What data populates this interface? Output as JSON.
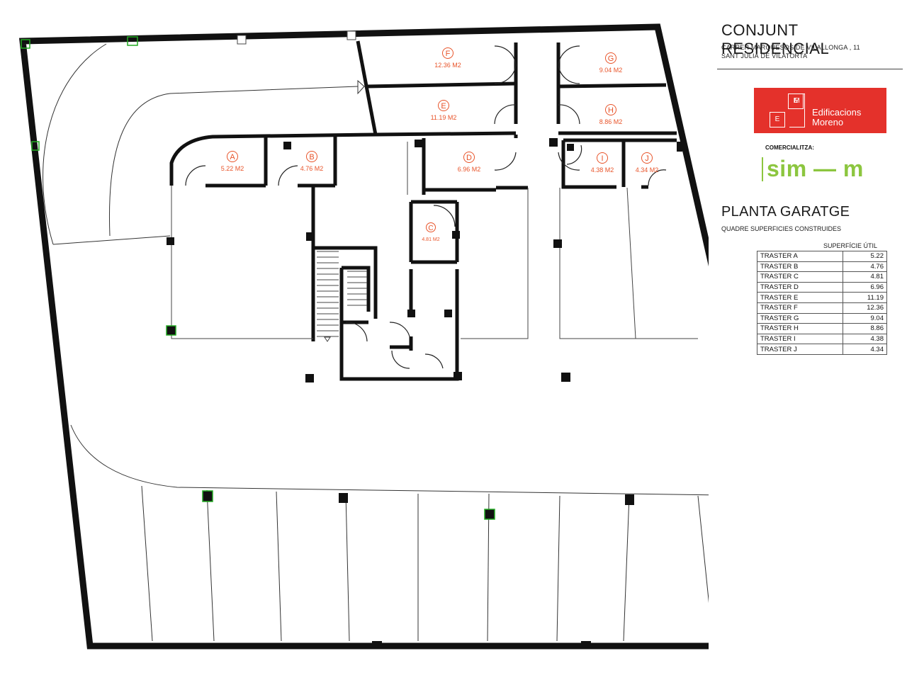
{
  "header": {
    "title": "CONJUNT RESIDENCIAL",
    "address_line1": "CARRER MARQUESOS  DE VILALLONGA , 11",
    "address_line2": "SANT JULIÀ DE VILATORTA"
  },
  "logo": {
    "mark_letters": [
      "E",
      "M",
      "E"
    ],
    "name_line1": "Edificacions",
    "name_line2": "Moreno",
    "color": "#e4312b"
  },
  "comercialitza": {
    "label": "COMERCIALITZA:",
    "brand": "sim — m",
    "color": "#8cc63f"
  },
  "plan_info": {
    "title": "PLANTA GARATGE",
    "subtitle": "QUADRE SUPERFICIES CONSTRUIDES",
    "column_header": "SUPERFÍCIE ÚTIL"
  },
  "table_rows": [
    {
      "name": "TRASTER A",
      "value": "5.22"
    },
    {
      "name": "TRASTER B",
      "value": "4.76"
    },
    {
      "name": "TRASTER C",
      "value": "4.81"
    },
    {
      "name": "TRASTER D",
      "value": "6.96"
    },
    {
      "name": "TRASTER E",
      "value": "11.19"
    },
    {
      "name": "TRASTER F",
      "value": "12.36"
    },
    {
      "name": "TRASTER G",
      "value": "9.04"
    },
    {
      "name": "TRASTER H",
      "value": "8.86"
    },
    {
      "name": "TRASTER  I",
      "value": "4.38"
    },
    {
      "name": "TRASTER J",
      "value": "4.34"
    }
  ],
  "rooms": [
    {
      "letter": "A",
      "area": "5.22 M2"
    },
    {
      "letter": "B",
      "area": "4.76 M2"
    },
    {
      "letter": "C",
      "area": "4.81 M2"
    },
    {
      "letter": "D",
      "area": "6.96 M2"
    },
    {
      "letter": "E",
      "area": "11.19 M2"
    },
    {
      "letter": "F",
      "area": "12.36 M2"
    },
    {
      "letter": "G",
      "area": "9.04 M2"
    },
    {
      "letter": "H",
      "area": "8.86 M2"
    },
    {
      "letter": "I",
      "area": "4.38 M2"
    },
    {
      "letter": "J",
      "area": "4.34 M2"
    }
  ],
  "colors": {
    "room_label": "#e8542a",
    "wall": "#111111",
    "accent": "#22aa22"
  }
}
